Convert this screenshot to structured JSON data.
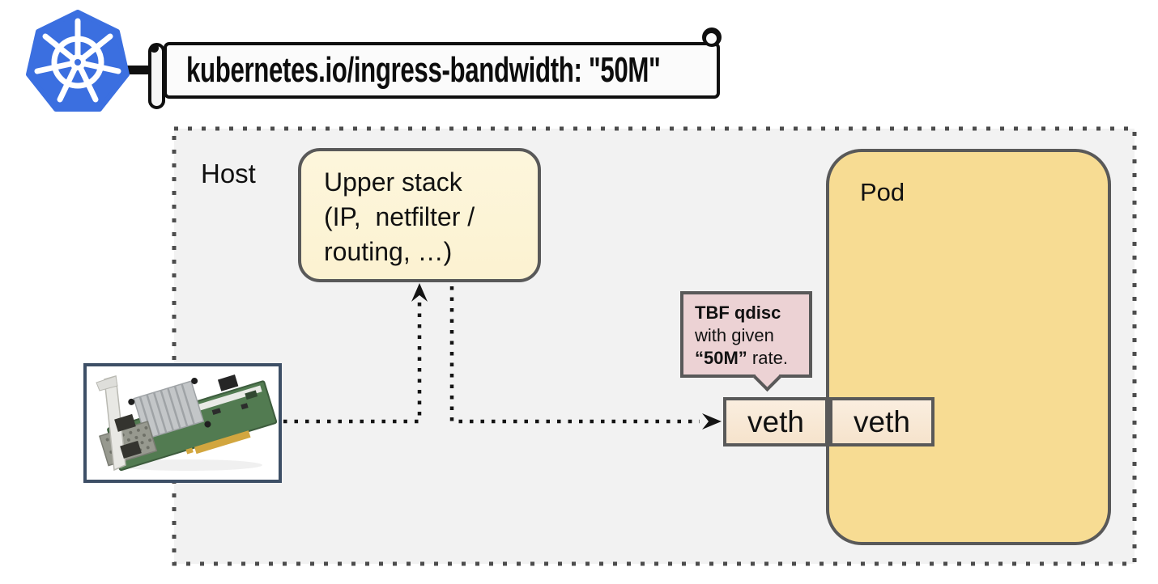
{
  "banner": {
    "text": "kubernetes.io/ingress-bandwidth: \"50M\"",
    "logo_icon": "kubernetes-helm-wheel"
  },
  "host": {
    "label": "Host"
  },
  "upper_stack": {
    "line1": "Upper stack",
    "line2": "(IP,  netfilter /",
    "line3": "routing, …)"
  },
  "pod": {
    "label": "Pod"
  },
  "veth": {
    "host_label": "veth",
    "pod_label": "veth"
  },
  "tbf_callout": {
    "title": "TBF qdisc",
    "line2": "with given",
    "rate_bold": "“50M”",
    "rate_rest": " rate."
  },
  "nic": {
    "icon": "dual-port-network-interface-card-photo"
  },
  "colors": {
    "host_bg": "#f2f2f2",
    "border_gray": "#595959",
    "upper_stack_fill": "#fcf2d1",
    "pod_fill": "#f7dc93",
    "veth_fill": "#f6e3cc",
    "callout_fill": "#ecd2d4",
    "kubernetes_blue": "#3b6fe0",
    "nic_border": "#3d4f66",
    "line_color": "#141414"
  }
}
